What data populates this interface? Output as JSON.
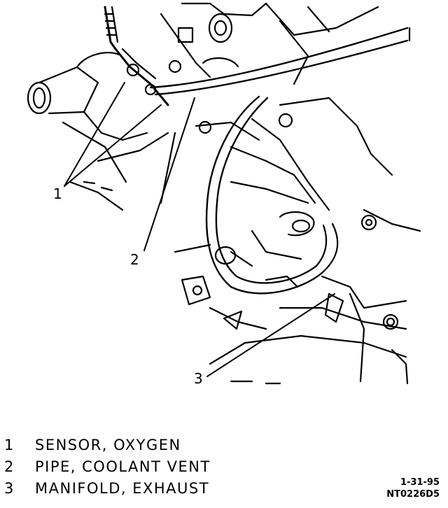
{
  "callouts": [
    "1",
    "2",
    "3"
  ],
  "legend": [
    {
      "number": "1",
      "text": "SENSOR, OXYGEN"
    },
    {
      "number": "2",
      "text": "PIPE, COOLANT VENT"
    },
    {
      "number": "3",
      "text": "MANIFOLD, EXHAUST"
    }
  ],
  "stamp": {
    "date": "1-31-95",
    "code": "NT0226D5"
  }
}
